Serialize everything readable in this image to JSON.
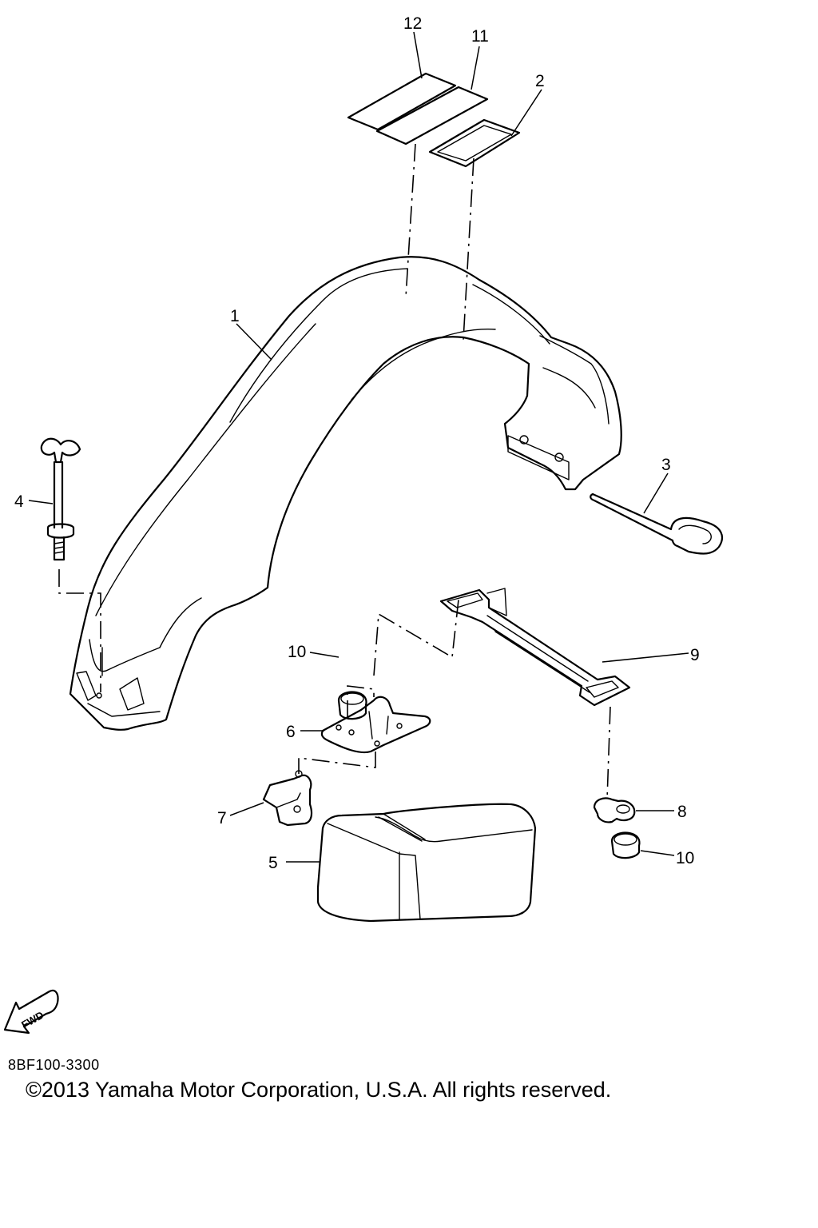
{
  "callouts": {
    "p1": "1",
    "p2": "2",
    "p3": "3",
    "p4": "4",
    "p5": "5",
    "p6": "6",
    "p7": "7",
    "p8": "8",
    "p9": "9",
    "p10a": "10",
    "p10b": "10",
    "p11": "11",
    "p12": "12"
  },
  "fwd_label": "FWD",
  "part_code": "8BF100-3300",
  "copyright": "©2013 Yamaha Motor Corporation, U.S.A. All rights reserved."
}
